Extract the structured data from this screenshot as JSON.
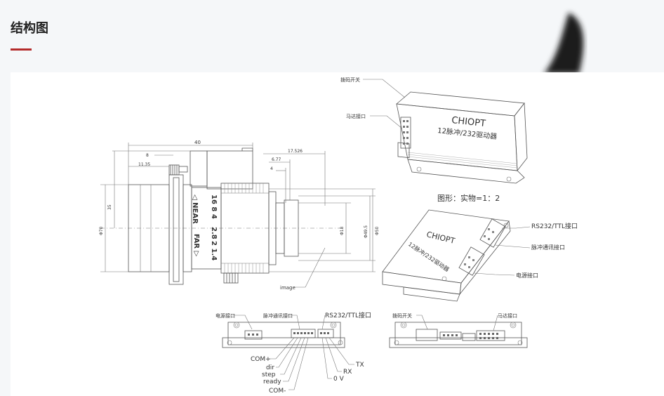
{
  "page": {
    "title": "结构图",
    "accent_color": "#b42b2b"
  },
  "drawing": {
    "lens": {
      "dim_top": "40",
      "dim_8": "8",
      "dim_11_35": "11.35",
      "dim_right_1": "17.526",
      "dim_right_2": "6.77",
      "dim_right_3": "4",
      "dim_left_1": "35",
      "dim_left_2": "Φ70",
      "dim_right_v1": "Φ18",
      "dim_right_v2": "Φ49.5",
      "dim_right_v3": "Φ50",
      "ring_text_1": "16 8 4",
      "ring_text_2": "2.8",
      "ring_text_3": "2 1.4",
      "near_label": "◁ NEAR",
      "far_label": "FAR ▷",
      "image_label": "image"
    },
    "driver_top": {
      "brand": "CHIOPT",
      "subtitle": "12脉冲/232驱动器",
      "label_dip": "拨码开关",
      "label_motor": "马达接口"
    },
    "scale_note": "图形：实物=1：2",
    "driver_iso": {
      "brand": "CHIOPT",
      "subtitle": "12脉冲/232驱动器",
      "label_rs232": "RS232/TTL接口",
      "label_pulse": "脉冲通讯接口",
      "label_power": "电源接口"
    },
    "bottom_left": {
      "label_power": "电源接口",
      "label_pulse": "脉冲通讯接口",
      "label_rs232": "RS232/TTL接口",
      "pin_com_plus": "COM+",
      "pin_dir": "dir",
      "pin_step": "step",
      "pin_ready": "ready",
      "pin_com_minus": "COM-",
      "pin_0v": "0 V",
      "pin_rx": "RX",
      "pin_tx": "TX"
    },
    "bottom_right": {
      "label_dip": "拨码开关",
      "label_motor": "马达接口"
    }
  }
}
